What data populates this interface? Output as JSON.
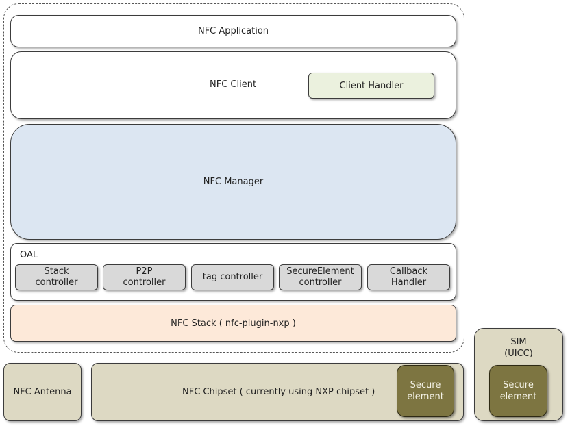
{
  "framework": {
    "application": "NFC Application",
    "client": "NFC Client",
    "client_handler": "Client Handler",
    "manager": "NFC Manager",
    "oal": {
      "label": "OAL",
      "controllers": [
        "Stack\ncontroller",
        "P2P\ncontroller",
        "tag controller",
        "SecureElement\ncontroller",
        "Callback\nHandler"
      ]
    },
    "stack": "NFC Stack ( nfc-plugin-nxp )"
  },
  "hardware": {
    "antenna": "NFC Antenna",
    "chipset": "NFC Chipset ( currently using NXP chipset )",
    "chipset_secure_element": "Secure\nelement",
    "sim": "SIM\n(UICC)",
    "sim_secure_element": "Secure\nelement"
  },
  "colors": {
    "white": "#ffffff",
    "client_handler": "#ebf1de",
    "manager": "#dce6f2",
    "controller": "#d9d9d9",
    "stack": "#fde9d9",
    "hardware": "#ddd9c3",
    "secure_element": "#7d7541"
  }
}
